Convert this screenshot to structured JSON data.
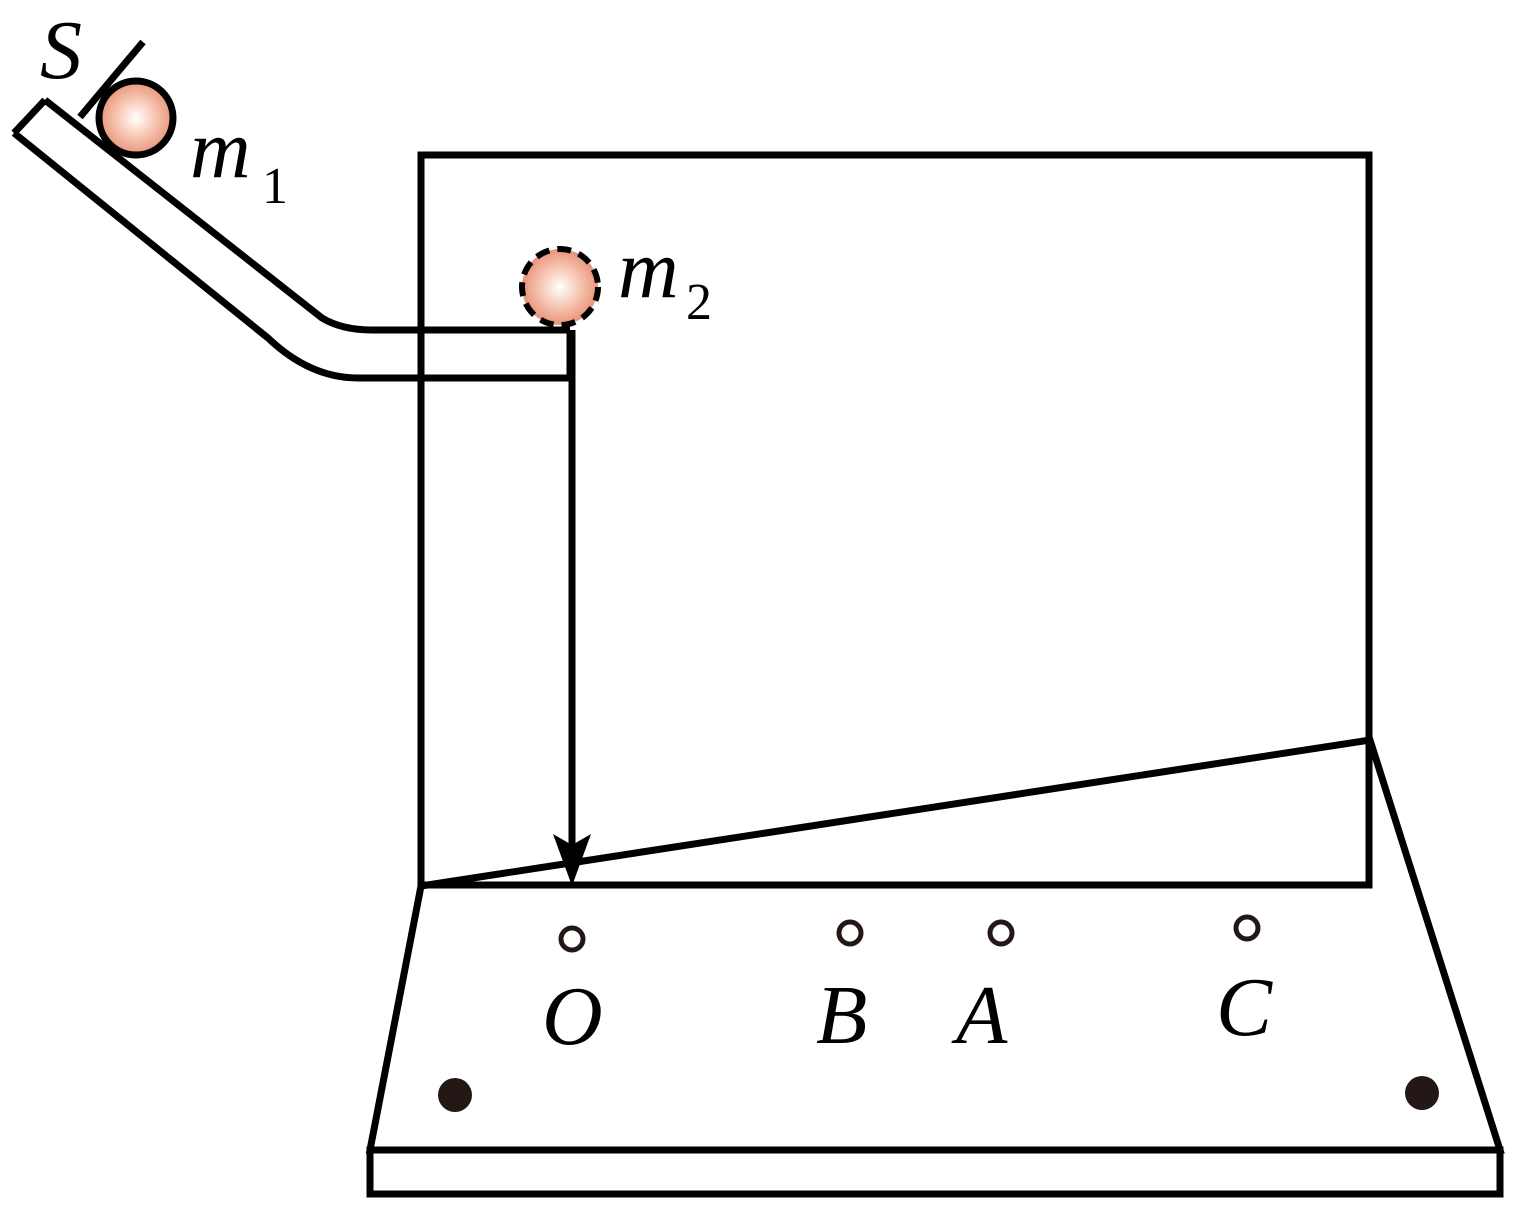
{
  "labels": {
    "stopper": "S",
    "ball1_symbol": "m",
    "ball1_subscript": "1",
    "ball2_symbol": "m",
    "ball2_subscript": "2",
    "point_o": "O",
    "point_b": "B",
    "point_a": "A",
    "point_c": "C"
  },
  "colors": {
    "line": "#000000",
    "ball_center": "#ffffff",
    "ball_mid": "#f6bfa9",
    "ball_edge": "#e9947a",
    "mark": "#231815"
  }
}
